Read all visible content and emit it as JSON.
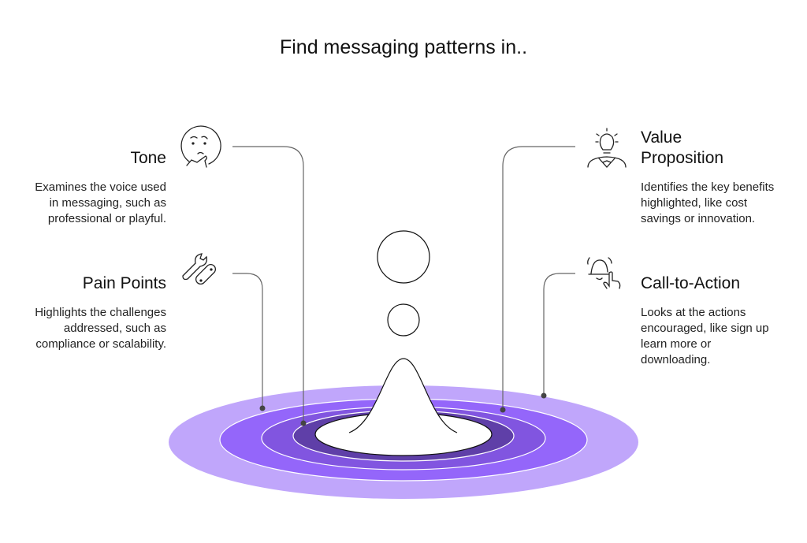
{
  "title": "Find messaging patterns in..",
  "items": [
    {
      "title": "Tone",
      "desc": "Examines the voice used in messaging, such as professional or playful.",
      "icon": "thinking-face-icon"
    },
    {
      "title": "Pain Points",
      "desc": "Highlights the challenges addressed, such as compliance or scalability.",
      "icon": "wrench-bandage-icon"
    },
    {
      "title": "Value Proposition",
      "desc": "Identifies the key benefits highlighted, like cost savings or innovation.",
      "icon": "lightbulb-person-icon"
    },
    {
      "title": "Call-to-Action",
      "desc": "Looks at the actions encouraged, like sign up learn more or downloading.",
      "icon": "bell-click-icon"
    }
  ],
  "colors": {
    "ring1": "#c0a6fb",
    "ring2": "#9466fa",
    "ring3": "#8155e0",
    "ring4": "#5f3fa8"
  }
}
